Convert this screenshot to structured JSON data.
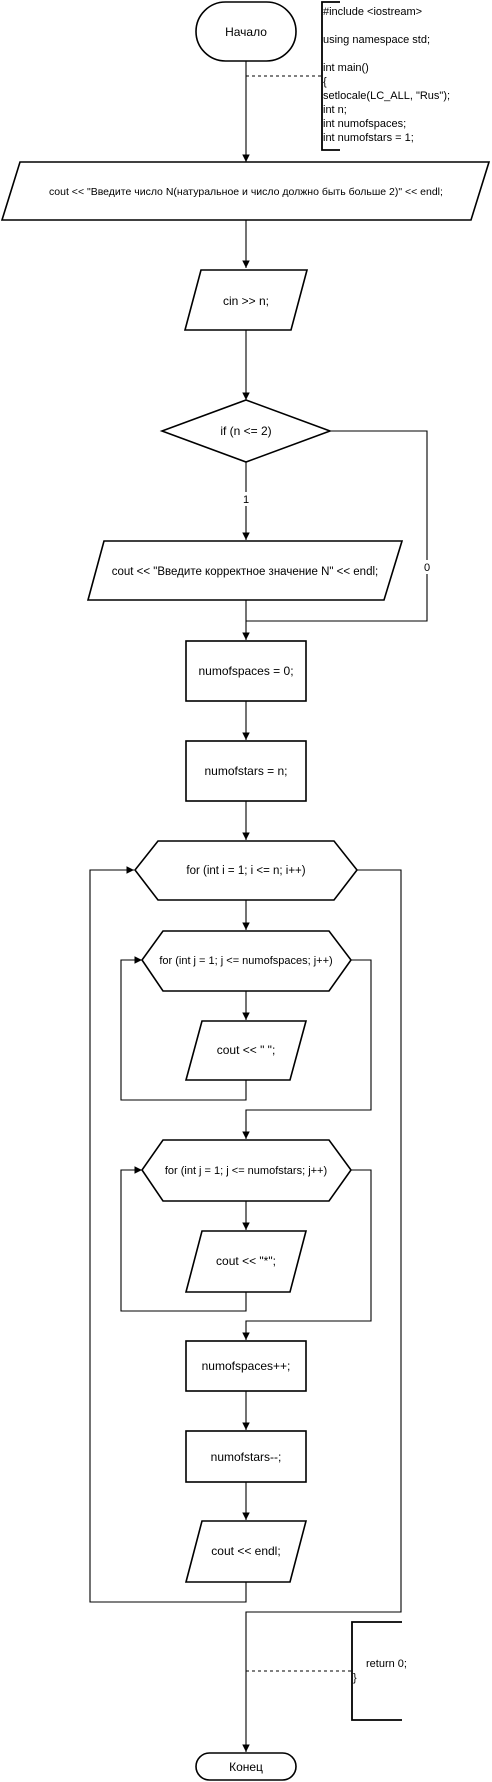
{
  "diagram": {
    "start_label": "Начало",
    "end_label": "Конец",
    "preamble_lines": [
      "#include <iostream>",
      "",
      "using namespace std;",
      "",
      "int main()",
      "{",
      "setlocale(LC_ALL, \"Rus\");",
      "int n;",
      "int numofspaces;",
      "int numofstars = 1;"
    ],
    "prompt_output": "cout << \"Введите число N(натуральное и число должно быть больше 2)\" << endl;",
    "read_input": "cin >> n;",
    "condition": "if (n <= 2)",
    "branch_true_label": "1",
    "branch_false_label": "0",
    "error_output": "cout << \"Введите корректное значение N\" << endl;",
    "assign_spaces": "numofspaces = 0;",
    "assign_stars": "numofstars = n;",
    "outer_loop": "for (int i = 1; i <= n; i++)",
    "spaces_loop": "for (int j = 1; j <= numofspaces; j++)",
    "print_space": "cout << \" \";",
    "stars_loop": "for (int j = 1; j <= numofstars; j++)",
    "print_star": "cout << \"*\";",
    "inc_spaces": "numofspaces++;",
    "dec_stars": "numofstars--;",
    "print_endl": "cout << endl;",
    "epilogue_lines": [
      "return 0;",
      "}"
    ]
  }
}
